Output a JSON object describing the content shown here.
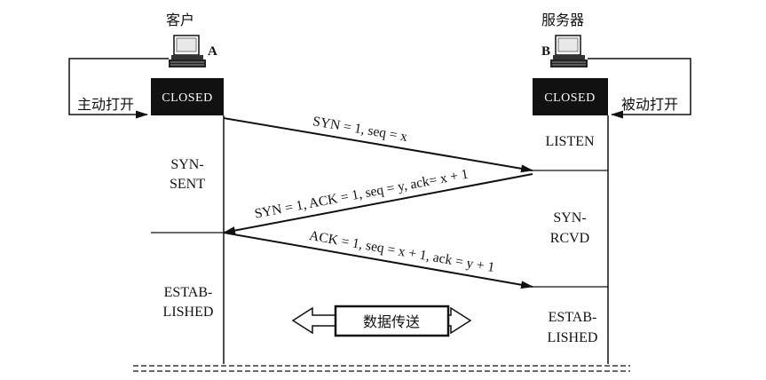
{
  "client": {
    "label": "客户",
    "host": "A",
    "state_initial": "CLOSED",
    "open_action": "主动打开",
    "states": [
      {
        "line1": "SYN-",
        "line2": "SENT"
      },
      {
        "line1": "ESTAB-",
        "line2": "LISHED"
      }
    ]
  },
  "server": {
    "label": "服务器",
    "host": "B",
    "state_initial": "CLOSED",
    "open_action": "被动打开",
    "states": [
      {
        "line1": "LISTEN"
      },
      {
        "line1": "SYN-",
        "line2": "RCVD"
      },
      {
        "line1": "ESTAB-",
        "line2": "LISHED"
      }
    ]
  },
  "messages": [
    "SYN = 1, seq = x",
    "SYN = 1, ACK = 1, seq = y, ack= x + 1",
    "ACK = 1, seq = x + 1, ack = y + 1"
  ],
  "data_transfer": "数据传送",
  "colors": {
    "ink": "#111111",
    "closed_box": "#111111",
    "closed_text": "#ffffff",
    "background": "#ffffff"
  },
  "icons": [
    "client-computer-icon",
    "server-computer-icon",
    "data-transfer-double-arrow-icon"
  ]
}
